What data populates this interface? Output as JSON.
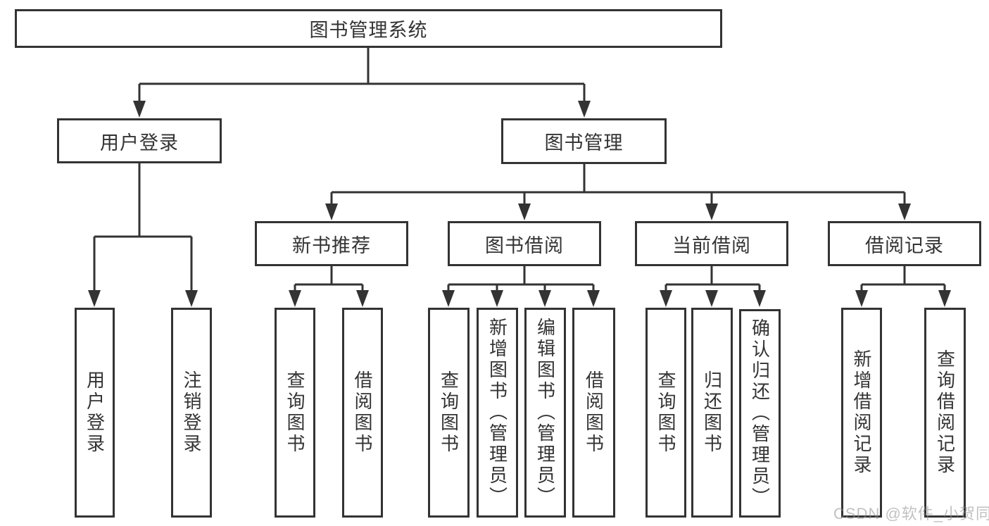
{
  "tree": {
    "root": {
      "label": "图书管理系统",
      "children": [
        {
          "label": "用户登录",
          "children": [
            {
              "label": "用户登录"
            },
            {
              "label": "注销登录"
            }
          ]
        },
        {
          "label": "图书管理",
          "children": [
            {
              "label": "新书推荐",
              "children": [
                {
                  "label": "查询图书"
                },
                {
                  "label": "借阅图书"
                }
              ]
            },
            {
              "label": "图书借阅",
              "children": [
                {
                  "label": "查询图书"
                },
                {
                  "label": "新增图书（管理员）"
                },
                {
                  "label": "编辑图书（管理员）"
                },
                {
                  "label": "借阅图书"
                }
              ]
            },
            {
              "label": "当前借阅",
              "children": [
                {
                  "label": "查询图书"
                },
                {
                  "label": "归还图书"
                },
                {
                  "label": "确认归还（管理员）"
                }
              ]
            },
            {
              "label": "借阅记录",
              "children": [
                {
                  "label": "新增借阅记录"
                },
                {
                  "label": "查询借阅记录"
                }
              ]
            }
          ]
        }
      ]
    }
  },
  "watermark": {
    "text": "CSDN @软件_小贺同学"
  },
  "colors": {
    "line": "#333333",
    "box_border": "#333333",
    "text": "#333333",
    "background": "#ffffff",
    "watermark": "#8f8f8f"
  }
}
